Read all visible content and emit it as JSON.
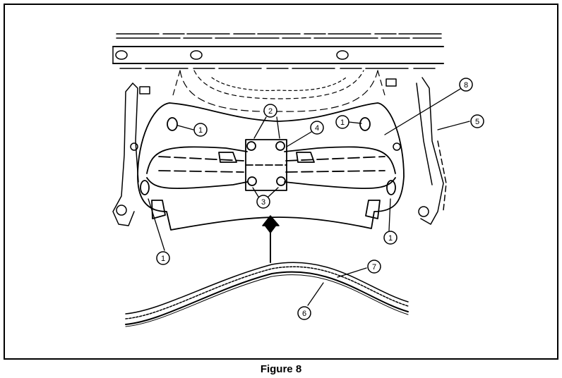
{
  "caption": "Figure 8",
  "callouts": [
    {
      "id": "c1a",
      "label": "1"
    },
    {
      "id": "c1b",
      "label": "1"
    },
    {
      "id": "c1c",
      "label": "1"
    },
    {
      "id": "c1d",
      "label": "1"
    },
    {
      "id": "c2",
      "label": "2"
    },
    {
      "id": "c3",
      "label": "3"
    },
    {
      "id": "c4",
      "label": "4"
    },
    {
      "id": "c5",
      "label": "5"
    },
    {
      "id": "c6",
      "label": "6"
    },
    {
      "id": "c7",
      "label": "7"
    },
    {
      "id": "c8",
      "label": "8"
    }
  ],
  "colors": {
    "ink": "#000000",
    "paper": "#ffffff"
  }
}
